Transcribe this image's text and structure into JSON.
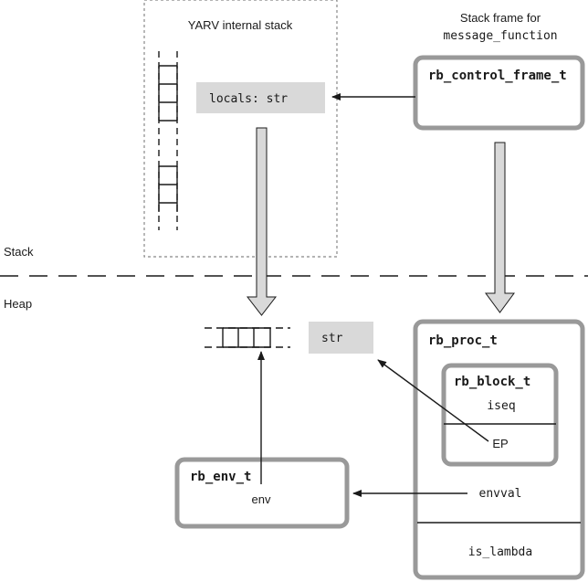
{
  "labels": {
    "yarv_stack": "YARV internal stack",
    "frame_caption_line1": "Stack frame for",
    "frame_caption_line2": "message_function",
    "stack_region": "Stack",
    "heap_region": "Heap"
  },
  "nodes": {
    "control_frame": "rb_control_frame_t",
    "locals": "locals: str",
    "str_value": "str",
    "proc": "rb_proc_t",
    "block": "rb_block_t",
    "iseq": "iseq",
    "ep": "EP",
    "envval": "envval",
    "is_lambda": "is_lambda",
    "env": "rb_env_t",
    "env_field": "env"
  },
  "colors": {
    "box_border": "#999999",
    "gray_fill": "#d9d9d9",
    "ink": "#1a1a1a"
  }
}
